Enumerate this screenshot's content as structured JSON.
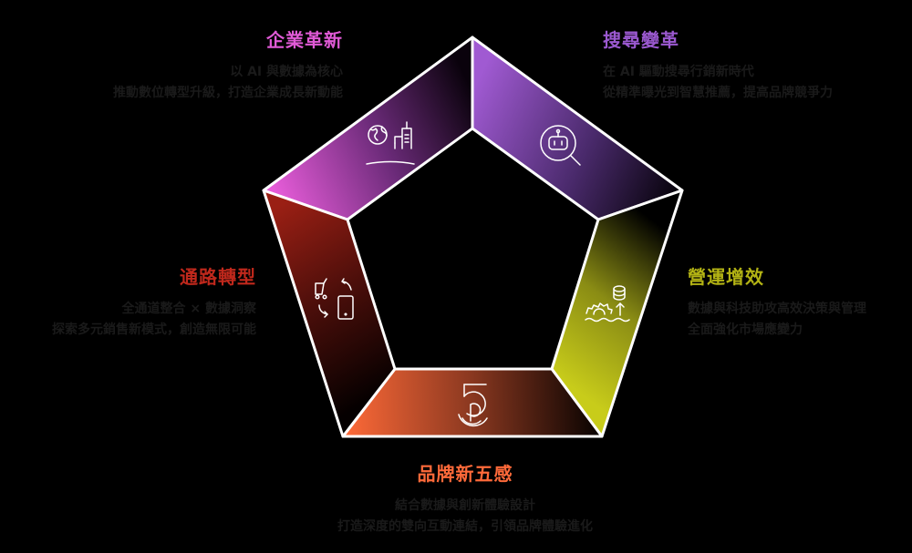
{
  "colors": {
    "background": "#000000",
    "enterprise": "#e05ad6",
    "search": "#9b59d0",
    "operations": "#b3b314",
    "channel": "#c0281c",
    "brand": "#ff6a3a",
    "description": "#1a1a1a"
  },
  "segments": [
    {
      "id": "enterprise",
      "title": "企業革新",
      "lines": [
        "以 AI 與數據為核心",
        "推動數位轉型升級，打造企業成長新動能"
      ],
      "icon": "globe-building-icon"
    },
    {
      "id": "search",
      "title": "搜尋變革",
      "lines": [
        "在 AI 驅動搜尋行銷新時代",
        "從精準曝光到智慧推薦，提高品牌競爭力"
      ],
      "icon": "robot-search-icon"
    },
    {
      "id": "operations",
      "title": "營運增效",
      "lines": [
        "數據與科技助攻高效決策與管理",
        "全面強化市場應變力"
      ],
      "icon": "gear-database-growth-icon"
    },
    {
      "id": "brand",
      "title": "品牌新五感",
      "lines": [
        "結合數據與創新體驗設計",
        "打造深度的雙向互動連結，引領品牌體驗進化"
      ],
      "icon": "five-senses-icon"
    },
    {
      "id": "channel",
      "title": "通路轉型",
      "lines": [
        "全通道整合 × 數據洞察",
        "探索多元銷售新模式，創造無限可能"
      ],
      "icon": "cart-mobile-exchange-icon"
    }
  ]
}
